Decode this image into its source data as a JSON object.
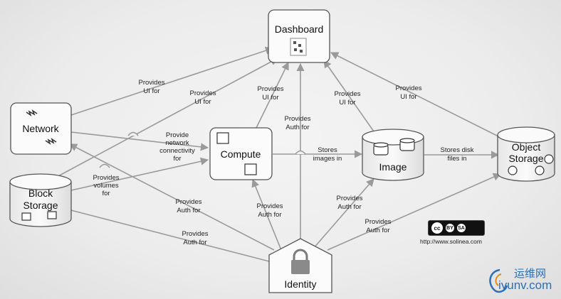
{
  "nodes": {
    "dashboard": "Dashboard",
    "network": "Network",
    "compute": "Compute",
    "image": "Image",
    "object_storage": [
      "Object",
      "Storage"
    ],
    "block_storage": [
      "Block",
      "Storage"
    ],
    "identity": "Identity"
  },
  "edges": {
    "network_ui": [
      "Provides",
      "UI for"
    ],
    "block_ui": [
      "Provides",
      "UI for"
    ],
    "compute_ui": [
      "Provides",
      "UI for"
    ],
    "identity_auth_dash": [
      "Provides",
      "Auth for"
    ],
    "image_ui": [
      "Provides",
      "UI for"
    ],
    "object_ui": [
      "Provides",
      "UI for"
    ],
    "network_connectivity": [
      "Provide",
      "network",
      "connectivity",
      "for"
    ],
    "block_volumes": [
      "Provides",
      "volumes",
      "for"
    ],
    "stores_images": [
      "Stores",
      "images in"
    ],
    "stores_disk": [
      "Stores disk",
      "files in"
    ],
    "identity_auth_network": [
      "Provides",
      "Auth for"
    ],
    "identity_auth_compute": [
      "Provides",
      "Auth for"
    ],
    "identity_auth_image": [
      "Provides",
      "Auth for"
    ],
    "identity_auth_block": [
      "Provides",
      "Auth for"
    ],
    "identity_auth_object": [
      "Provides",
      "Auth for"
    ]
  },
  "license": {
    "badge": [
      "cc",
      "BY",
      "SA"
    ],
    "url": "http://www.solinea.com"
  },
  "watermark": {
    "cn": "运维网",
    "en": "iyunv.com"
  },
  "colors": {
    "edge": "#9a9a9a",
    "watermark": "#2b6fb5"
  }
}
